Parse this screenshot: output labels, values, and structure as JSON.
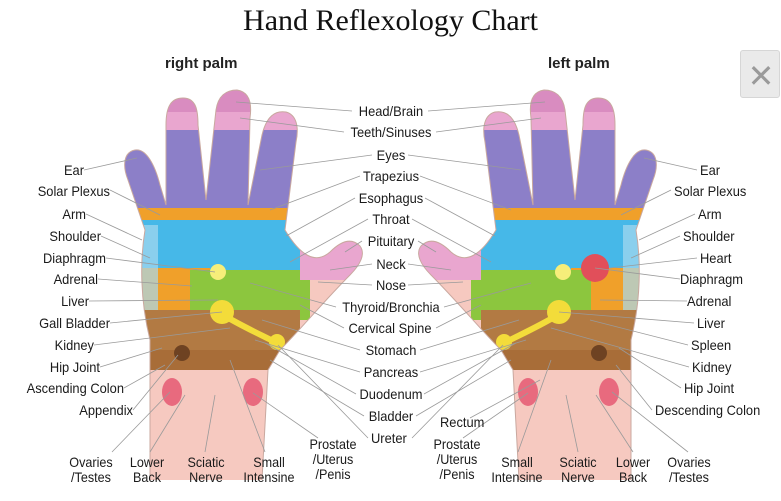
{
  "title": "Hand Reflexology Chart",
  "palm_labels": {
    "right": "right palm",
    "left": "left palm"
  },
  "center_labels": [
    "Head/Brain",
    "Teeth/Sinuses",
    "Eyes",
    "Trapezius",
    "Esophagus",
    "Throat",
    "Pituitary",
    "Neck",
    "Nose",
    "Thyroid/Bronchia",
    "Cervical Spine",
    "Stomach",
    "Pancreas",
    "Duodenum",
    "Bladder",
    "Ureter"
  ],
  "right_side_labels": [
    "Ear",
    "Solar Plexus",
    "Arm",
    "Shoulder",
    "Diaphragm",
    "Adrenal",
    "Liver",
    "Gall Bladder",
    "Kidney",
    "Hip Joint",
    "Ascending Colon",
    "Appendix"
  ],
  "left_side_labels": [
    "Ear",
    "Solar Plexus",
    "Arm",
    "Shoulder",
    "Heart",
    "Diaphragm",
    "Adrenal",
    "Liver",
    "Spleen",
    "Kidney",
    "Hip Joint",
    "Descending Colon"
  ],
  "rectum": "Rectum",
  "bottom_right": [
    {
      "l1": "Ovaries",
      "l2": "/Testes"
    },
    {
      "l1": "Lower",
      "l2": "Back"
    },
    {
      "l1": "Sciatic",
      "l2": "Nerve"
    },
    {
      "l1": "Small",
      "l2": "Intensine"
    },
    {
      "l1": "Prostate",
      "l2": "/Uterus",
      "l3": "/Penis"
    }
  ],
  "bottom_left": [
    {
      "l1": "Prostate",
      "l2": "/Uterus",
      "l3": "/Penis"
    },
    {
      "l1": "Small",
      "l2": "Intensine"
    },
    {
      "l1": "Sciatic",
      "l2": "Nerve"
    },
    {
      "l1": "Lower",
      "l2": "Back"
    },
    {
      "l1": "Ovaries",
      "l2": "/Testes"
    }
  ],
  "close_icon": "close-icon",
  "colors": {
    "skin": "#f6c9c0",
    "finger_purple": "#8c7fc8",
    "fingertip_pink": "#e9a6cf",
    "blue_band": "#46b8e8",
    "orange": "#f0a02a",
    "green": "#8cc63e",
    "yellow": "#f3dc3a",
    "brown": "#b27a43",
    "red": "#e14f5a"
  }
}
